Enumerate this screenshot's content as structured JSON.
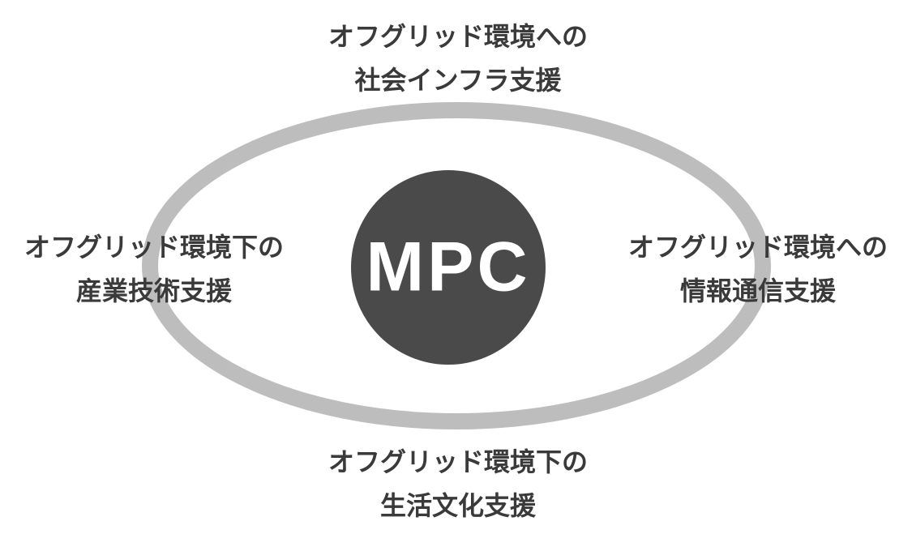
{
  "center": {
    "label": "MPC",
    "fill": "#4b4a4a"
  },
  "ring": {
    "stroke": "#bdbdbd"
  },
  "labels": {
    "top": [
      "オフグリッド環境への",
      "社会インフラ支援"
    ],
    "left": [
      "オフグリッド環境下の",
      "産業技術支援"
    ],
    "right": [
      "オフグリッド環境への",
      "情報通信支援"
    ],
    "bottom": [
      "オフグリッド環境下の",
      "生活文化支援"
    ]
  }
}
